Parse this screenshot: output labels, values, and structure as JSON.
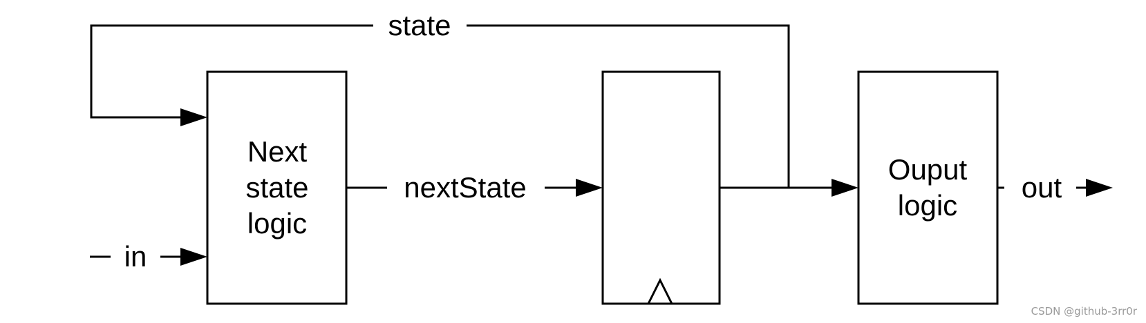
{
  "diagram": {
    "blocks": {
      "next_state_logic": [
        "Next",
        "state",
        "logic"
      ],
      "output_logic": [
        "Ouput",
        "logic"
      ]
    },
    "signals": {
      "state": "state",
      "next_state": "nextState",
      "input": "in",
      "output": "out"
    }
  },
  "watermark": "CSDN @github-3rr0r",
  "colors": {
    "stroke": "#000000",
    "background": "#ffffff",
    "watermark": "#9a9a9a"
  }
}
